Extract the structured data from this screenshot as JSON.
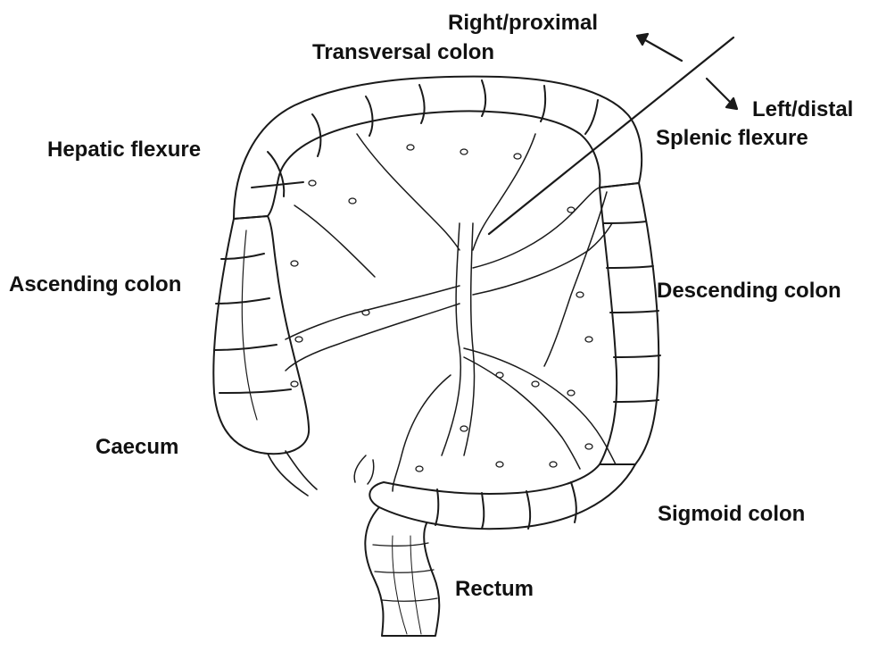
{
  "labels": {
    "right_proximal": "Right/proximal",
    "transversal_colon": "Transversal colon",
    "left_distal": "Left/distal",
    "hepatic_flexure": "Hepatic flexure",
    "splenic_flexure": "Splenic flexure",
    "ascending_colon": "Ascending colon",
    "descending_colon": "Descending colon",
    "caecum": "Caecum",
    "sigmoid_colon": "Sigmoid colon",
    "rectum": "Rectum"
  },
  "colors": {
    "ink": "#1a1a1a",
    "paper": "#ffffff"
  }
}
